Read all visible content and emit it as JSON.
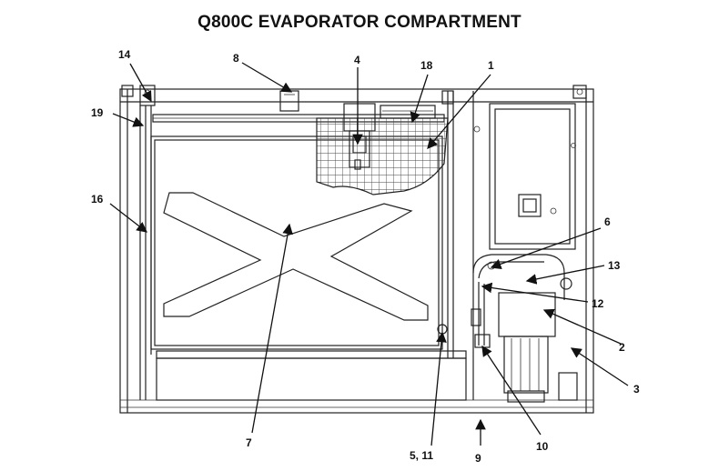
{
  "title": "Q800C EVAPORATOR COMPARTMENT",
  "callouts": {
    "c1": "1",
    "c2": "2",
    "c3": "3",
    "c4": "4",
    "c5_11": "5, 11",
    "c6": "6",
    "c7": "7",
    "c8": "8",
    "c9": "9",
    "c10": "10",
    "c12": "12",
    "c13": "13",
    "c14": "14",
    "c16": "16",
    "c18": "18",
    "c19": "19"
  }
}
